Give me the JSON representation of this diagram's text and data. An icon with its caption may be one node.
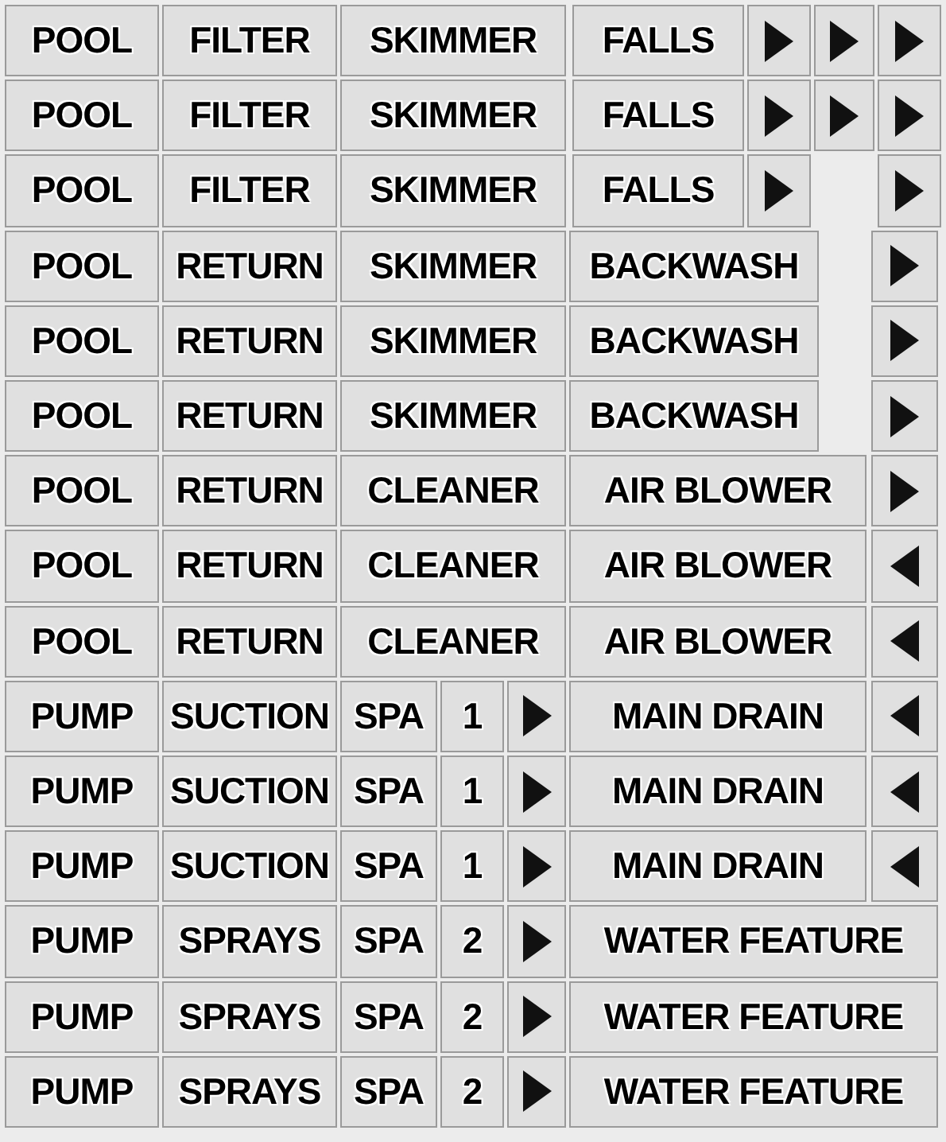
{
  "diagram": {
    "labels": [
      "POOL",
      "FILTER",
      "SKIMMER",
      "FALLS",
      "POOL",
      "FILTER",
      "SKIMMER",
      "FALLS",
      "POOL",
      "FILTER",
      "SKIMMER",
      "FALLS",
      "POOL",
      "RETURN",
      "SKIMMER",
      "BACKWASH",
      "POOL",
      "RETURN",
      "SKIMMER",
      "BACKWASH",
      "POOL",
      "RETURN",
      "SKIMMER",
      "BACKWASH",
      "POOL",
      "RETURN",
      "CLEANER",
      "AIR BLOWER",
      "POOL",
      "RETURN",
      "CLEANER",
      "AIR BLOWER",
      "POOL",
      "RETURN",
      "CLEANER",
      "AIR BLOWER",
      "PUMP",
      "SUCTION",
      "SPA",
      "1",
      "MAIN DRAIN",
      "PUMP",
      "SUCTION",
      "SPA",
      "1",
      "MAIN DRAIN",
      "PUMP",
      "SUCTION",
      "SPA",
      "1",
      "MAIN DRAIN",
      "PUMP",
      "SPRAYS",
      "SPA",
      "2",
      "WATER FEATURE",
      "PUMP",
      "SPRAYS",
      "SPA",
      "2",
      "WATER FEATURE",
      "PUMP",
      "SPRAYS",
      "SPA",
      "2",
      "WATER FEATURE"
    ]
  }
}
